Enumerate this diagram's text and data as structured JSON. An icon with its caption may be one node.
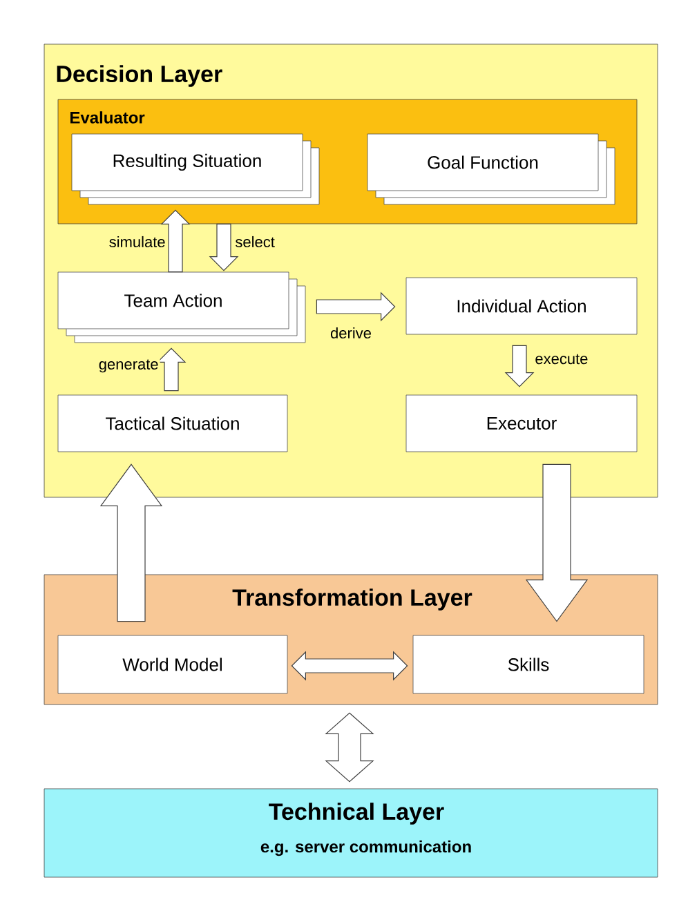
{
  "diagram": {
    "nodes": [
      {
        "text": [
          "Decision Layer"
        ]
      },
      {
        "text": [
          "Evaluator"
        ],
        "in": 0
      },
      {
        "text": [
          "Resulting Situation"
        ],
        "in": 1
      },
      {
        "text": [
          "Goal Function"
        ],
        "in": 1
      },
      {
        "text": [
          "Team Action"
        ],
        "in": 0
      },
      {
        "text": [
          "Individual Action"
        ],
        "in": 0
      },
      {
        "text": [
          "Tactical Situation"
        ],
        "in": 0
      },
      {
        "text": [
          "Executor"
        ],
        "in": 0
      },
      {
        "text": [
          "Transformation Layer"
        ]
      },
      {
        "text": [
          "World Model"
        ],
        "in": 8
      },
      {
        "text": [
          "Skills"
        ],
        "in": 8
      },
      {
        "text": [
          "Technical Layer",
          "e.g. server communication"
        ]
      }
    ],
    "edges": [
      {
        "from": 4,
        "to": 2,
        "arrow": "to",
        "label": "simulate"
      },
      {
        "from": 1,
        "to": 4,
        "arrow": "to",
        "label": "select"
      },
      {
        "from": 4,
        "to": 5,
        "arrow": "to",
        "label": "derive"
      },
      {
        "from": 5,
        "to": 7,
        "arrow": "to",
        "label": "execute"
      },
      {
        "from": 6,
        "to": 4,
        "arrow": "to",
        "label": "generate"
      },
      {
        "from": 9,
        "to": 6,
        "arrow": "to"
      },
      {
        "from": 7,
        "to": 10,
        "arrow": "to"
      },
      {
        "from": 9,
        "to": 10,
        "arrow": "both"
      },
      {
        "from": 8,
        "to": 11,
        "arrow": "both"
      }
    ]
  }
}
